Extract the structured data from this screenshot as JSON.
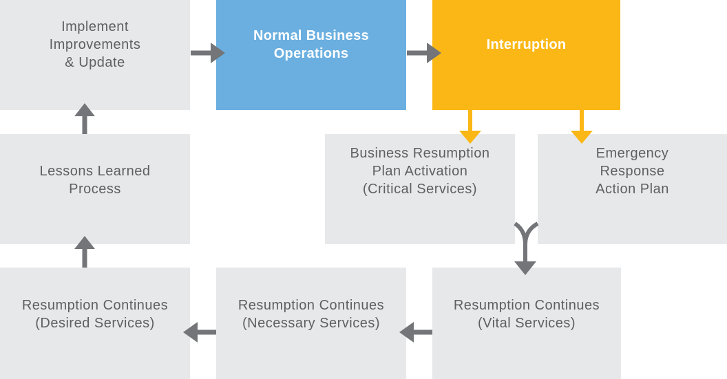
{
  "nodes": {
    "implement": "Implement\nImprovements\n& Update",
    "normal": "Normal Business\nOperations",
    "interruption": "Interruption",
    "lessons": "Lessons Learned\nProcess",
    "business_resumption": "Business Resumption\nPlan Activation\n(Critical Services)",
    "emergency": "Emergency\nResponse\nAction Plan",
    "desired": "Resumption Continues\n(Desired Services)",
    "necessary": "Resumption Continues\n(Necessary Services)",
    "vital": "Resumption Continues\n(Vital Services)"
  },
  "colors": {
    "gray_box": "#e7e8e9",
    "blue_box": "#6aafe0",
    "yellow_box": "#fbb715",
    "gray_arrow": "#737578",
    "yellow_arrow": "#fbb715",
    "text": "#5d5f62"
  }
}
